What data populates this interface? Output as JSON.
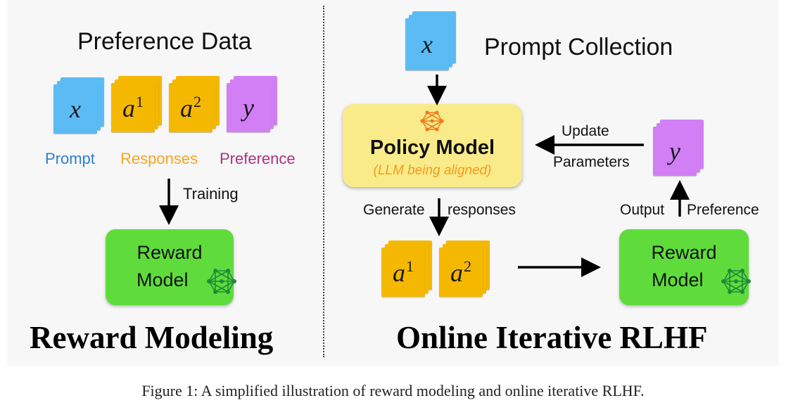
{
  "left": {
    "heading": "Preference Data",
    "cards": {
      "prompt_var": "x",
      "resp1_base": "a",
      "resp1_sup": "1",
      "resp2_base": "a",
      "resp2_sup": "2",
      "pref_var": "y"
    },
    "labels": {
      "prompt": "Prompt",
      "responses": "Responses",
      "preference": "Preference"
    },
    "arrow_label": "Training",
    "reward_model_line1": "Reward",
    "reward_model_line2": "Model",
    "title": "Reward Modeling"
  },
  "right": {
    "prompt_var": "x",
    "prompt_collection": "Prompt Collection",
    "policy_model": "Policy Model",
    "policy_subtitle": "(LLM being aligned)",
    "generate_label": "Generate",
    "responses_label": "responses",
    "resp1_base": "a",
    "resp1_sup": "1",
    "resp2_base": "a",
    "resp2_sup": "2",
    "reward_model_line1": "Reward",
    "reward_model_line2": "Model",
    "output_label": "Output",
    "preference_label": "Preference",
    "pref_var": "y",
    "update_label": "Update",
    "parameters_label": "Parameters",
    "title": "Online Iterative RLHF"
  },
  "caption": "Figure 1: A simplified illustration of reward modeling and online iterative RLHF.",
  "colors": {
    "prompt_blue": "#5bbcf5",
    "response_orange": "#f5b800",
    "preference_purple": "#d27ff5",
    "prompt_label": "#2a7fd4",
    "responses_label": "#f5a623",
    "preference_label": "#a8357f",
    "reward_green": "#5fdc3c",
    "policy_yellow": "#faeb8a",
    "policy_subtitle": "#f29a1c",
    "network_green": "#1f8a3a",
    "network_orange": "#f07a1e"
  },
  "icons": [
    "neural-network-icon"
  ]
}
